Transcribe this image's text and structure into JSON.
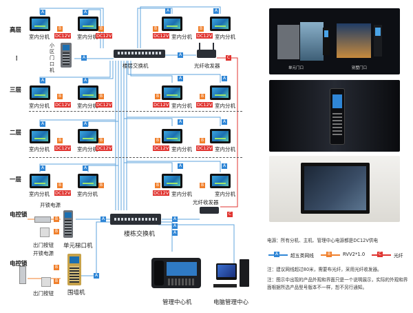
{
  "floors": {
    "top": "高层",
    "dots": "⋮",
    "third": "三层",
    "second": "二层",
    "first": "一层"
  },
  "device_labels": {
    "indoor_unit": "室内分机",
    "dc12v": "DC12V",
    "district_gate": "小区门口机",
    "floor_switch": "楼层交换机",
    "fiber_transceiver": "光纤收发器",
    "fiber_transceiver_2": "光纤收发器",
    "unlock_power": "开锁电源",
    "building_switch": "楼栋交换机",
    "electric_lock": "电控锁",
    "exit_button": "出门按钮",
    "unit_door": "单元梯口机",
    "fence_unit": "围墙机",
    "management_center": "管理中心机",
    "pc_center": "电脑管理中心"
  },
  "tags": {
    "a": "A",
    "b": "B",
    "c": "C"
  },
  "photo_captions": {
    "p1_left": "单元门口",
    "p1_right": "别墅门口"
  },
  "legend": {
    "power_note": "电源：所有分机、主机、管理中心电源都是DC12V供电",
    "a_label": "超五类网线",
    "b_label": "RVV2*1.0",
    "c_label": "光纤",
    "note1": "注：建议网线超过80米，需要布光纤，采用光纤收发器。",
    "note2": "注：图示中出现的产品外观和界面只是一个说明展示，实际的外观和界面根据所选产品型号版本不一样，恕不另行通知。"
  },
  "colors": {
    "line_a": "#2f86d6",
    "line_b": "#f07f2b",
    "line_c": "#e0332f"
  }
}
